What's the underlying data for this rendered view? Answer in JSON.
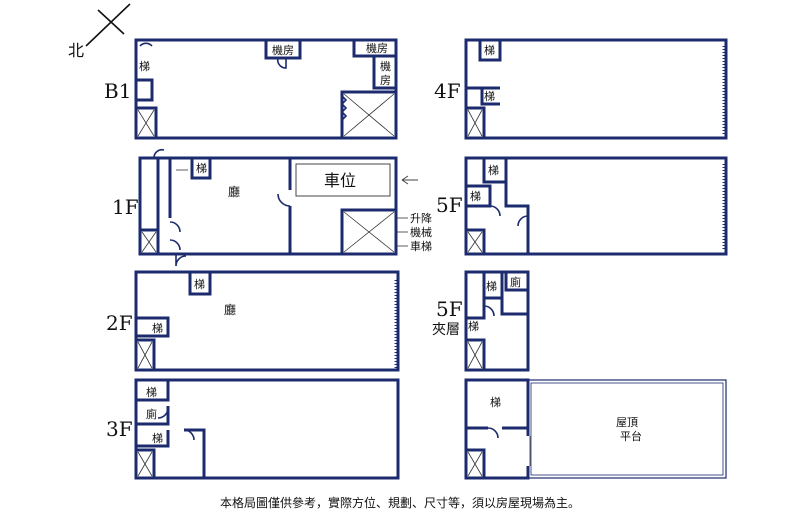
{
  "north": "北",
  "floors": {
    "b1": "B1",
    "f1": "1F",
    "f2": "2F",
    "f3": "3F",
    "f4": "4F",
    "f5": "5F",
    "f5m_line1": "5F",
    "f5m_line2": "夾層"
  },
  "rooms": {
    "stairs": "梯",
    "machine_room": "機房",
    "machine_room_split": [
      "機",
      "房"
    ],
    "living_room": "廳",
    "parking": "車位",
    "kitchen": "廁",
    "rooftop_line1": "屋頂",
    "rooftop_line2": "平台"
  },
  "lift": [
    "升降",
    "機械",
    "車梯"
  ],
  "disclaimer": "本格局圖僅供參考，實際方位、規劃、尺寸等，須以房屋現場為主。"
}
